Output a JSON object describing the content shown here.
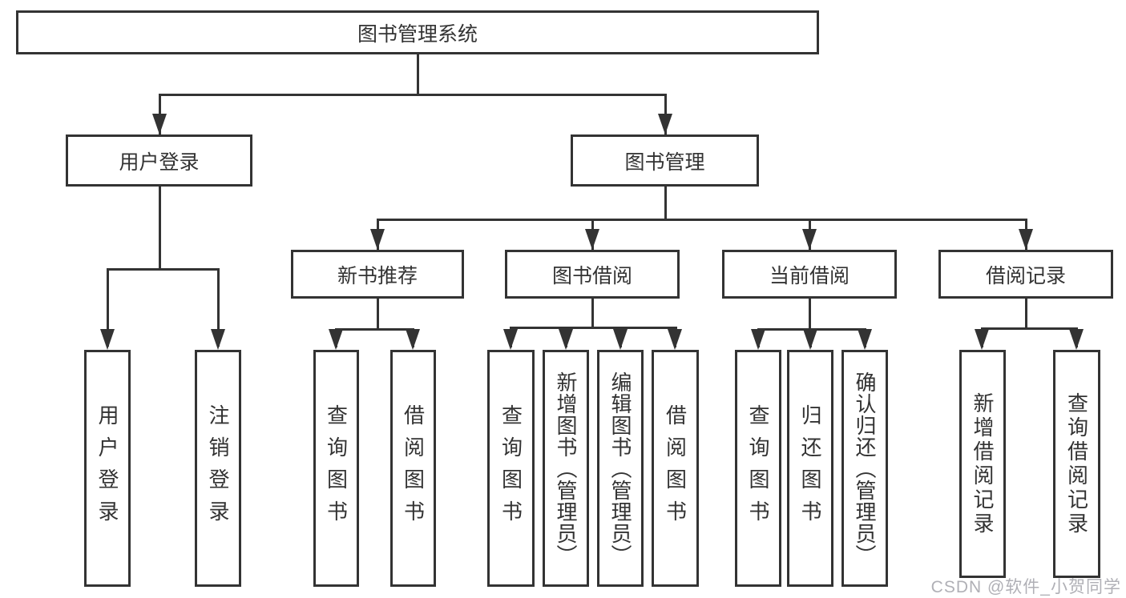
{
  "tree": {
    "root": {
      "label": "图书管理系统",
      "children": [
        {
          "label": "用户登录",
          "children": [
            {
              "label": "用户登录"
            },
            {
              "label": "注销登录"
            }
          ]
        },
        {
          "label": "图书管理",
          "children": [
            {
              "label": "新书推荐",
              "children": [
                {
                  "label": "查询图书"
                },
                {
                  "label": "借阅图书"
                }
              ]
            },
            {
              "label": "图书借阅",
              "children": [
                {
                  "label": "查询图书"
                },
                {
                  "label": "新增图书（管理员）"
                },
                {
                  "label": "编辑图书（管理员）"
                },
                {
                  "label": "借阅图书"
                }
              ]
            },
            {
              "label": "当前借阅",
              "children": [
                {
                  "label": "查询图书"
                },
                {
                  "label": "归还图书"
                },
                {
                  "label": "确认归还（管理员）"
                }
              ]
            },
            {
              "label": "借阅记录",
              "children": [
                {
                  "label": "新增借阅记录"
                },
                {
                  "label": "查询借阅记录"
                }
              ]
            }
          ]
        }
      ]
    }
  },
  "watermark": {
    "text": "CSDN @软件_小贺同学"
  },
  "colors": {
    "line": "#333333",
    "text": "#333333",
    "watermark_gray": "#b0b0b6",
    "background": "#ffffff"
  }
}
